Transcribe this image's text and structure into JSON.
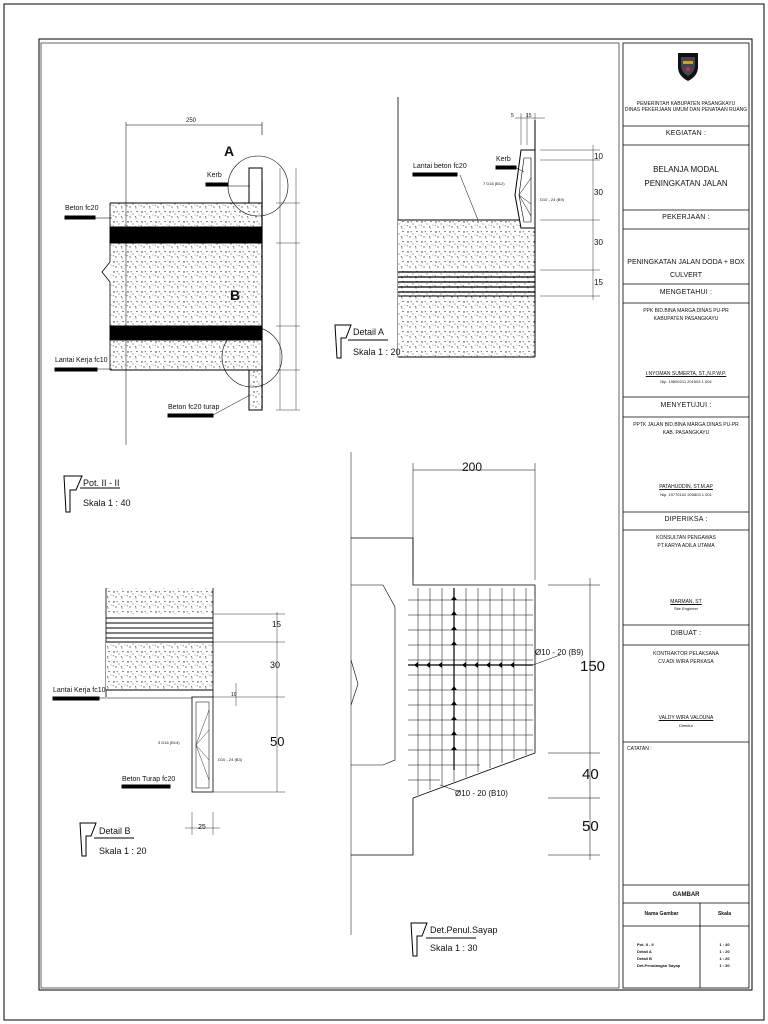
{
  "title_block": {
    "agency_line1": "PEMERINTAH KABUPATEN PASANGKAYU",
    "agency_line2": "DINAS PEKERJAAN UMUM DAN PENATAAN RUANG",
    "kegiatan_label": "KEGIATAN :",
    "kegiatan_line1": "BELANJA MODAL",
    "kegiatan_line2": "PENINGKATAN JALAN",
    "pekerjaan_label": "PEKERJAAN :",
    "pekerjaan_value": "PENINGKATAN JALAN DODA + BOX CULVERT",
    "mengetahui_label": "MENGETAHUI :",
    "mengetahui_line1": "PPK BID.BINA MARGA DINAS PU-PR",
    "mengetahui_line2": "KABUPATEN PASANGKAYU",
    "mengetahui_name": "I.NYOMAN SUMERTA, ST.,N.P.W.P.",
    "mengetahui_nip": "Nip. 19850211 201503 1 004",
    "menyetujui_label": "MENYETUJUI :",
    "menyetujui_line1": "PPTK JALAN BID.BINA MARGA DINAS PU-PR",
    "menyetujui_line2": "KAB. PASANGKAYU",
    "menyetujui_name": "PATAHUDDIN, ST.M.AP",
    "menyetujui_nip": "Nip. 19770102 200803 1 001",
    "diperiksa_label": "DIPERIKSA :",
    "diperiksa_line1": "KONSULTAN PENGAWAS",
    "diperiksa_line2": "PT.KARYA ADILA UTAMA",
    "diperiksa_name": "MARMAN, ST",
    "diperiksa_role": "Site Engineer",
    "dibuat_label": "DIBUAT :",
    "dibuat_line1": "KONTRAKTOR PELAKSANA",
    "dibuat_line2": "CV.ADI WIRA PERKASA",
    "dibuat_name": "VALDY WIRA VALDUNA",
    "dibuat_role": "Direktur",
    "catatan_label": "CATATAN :",
    "gambar_label": "GAMBAR",
    "col_nama": "Nama Gambar",
    "col_skala": "Skala",
    "drawings": [
      {
        "name": "Pot. II - II",
        "scale": "1 : 40"
      },
      {
        "name": "Detail A",
        "scale": "1 : 20"
      },
      {
        "name": "Detail B",
        "scale": "1 : 20"
      },
      {
        "name": "Det.Penulangan Sayap",
        "scale": "1 : 30"
      }
    ]
  },
  "pot": {
    "title": "Pot. II - II",
    "scale": "Skala 1 : 40",
    "dim_top": "250",
    "label_a": "A",
    "label_b": "B",
    "kerb": "Kerb",
    "beton": "Beton fc20",
    "lantai_kerja": "Lantai Kerja fc10",
    "beton_turap": "Beton fc20 turap"
  },
  "detail_a": {
    "title": "Detail A",
    "scale": "Skala 1 : 20",
    "lantai_beton": "Lantai beton fc20",
    "kerb": "Kerb",
    "dim5": "5",
    "dim15": "15",
    "dim10": "10",
    "dim30a": "30",
    "dim30b": "30",
    "dim15b": "15",
    "rebar1": "7 D16 (B12)",
    "rebar2": "D10 - 24 (B9)"
  },
  "detail_b": {
    "title": "Detail B",
    "scale": "Skala 1 : 20",
    "lantai_kerja": "Lantai Kerja fc10",
    "beton_turap": "Beton Turap fc20",
    "dim15": "15",
    "dim30": "30",
    "dim50": "50",
    "dim25": "25",
    "dim10": "10",
    "rebar1": "3 D16 (B14)",
    "rebar2": "D10 - 24 (B3)"
  },
  "sayap": {
    "title": "Det.Penul.Sayap",
    "scale": "Skala 1 : 30",
    "dim200": "200",
    "dim150": "150",
    "dim40": "40",
    "dim50": "50",
    "rebar_top": "Ø10 - 20 (B9)",
    "rebar_bottom": "Ø10 - 20 (B10)"
  }
}
